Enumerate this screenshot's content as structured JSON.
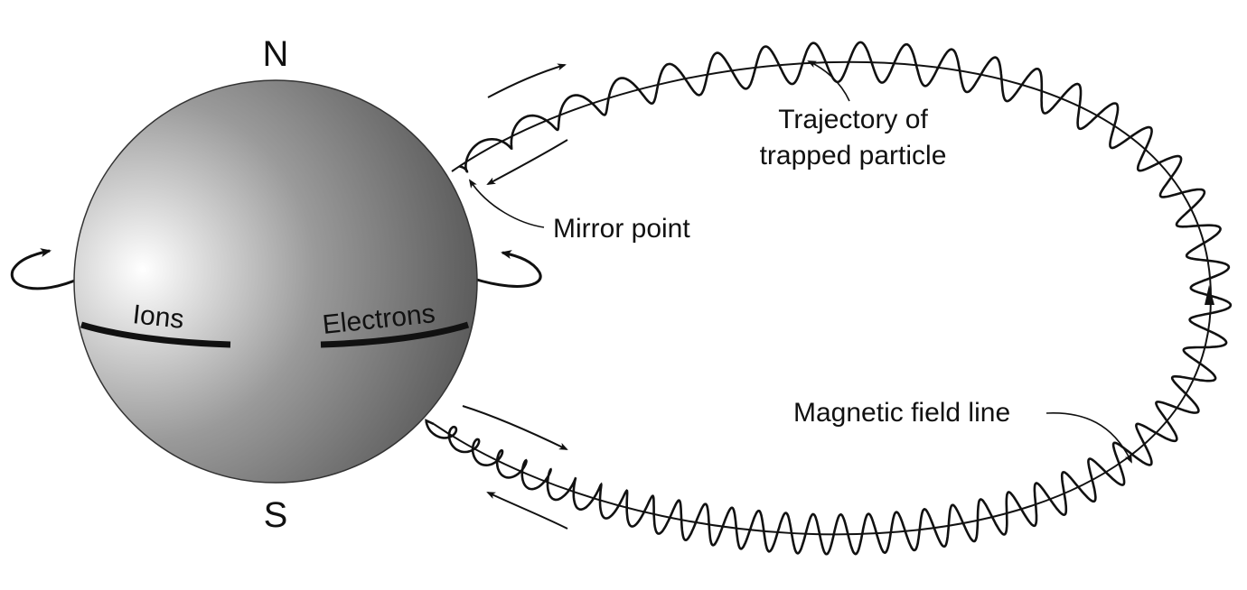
{
  "diagram": {
    "labels": {
      "north": "N",
      "south": "S",
      "ions": "Ions",
      "electrons": "Electrons",
      "trajectory_line1": "Trajectory of",
      "trajectory_line2": "trapped particle",
      "mirror_point": "Mirror point",
      "field_line": "Magnetic field line"
    },
    "colors": {
      "ink": "#111111",
      "sphere_highlight": "#ffffff",
      "sphere_mid": "#9a9a9a",
      "sphere_shadow": "#4a4a4a",
      "background": "#ffffff"
    }
  }
}
